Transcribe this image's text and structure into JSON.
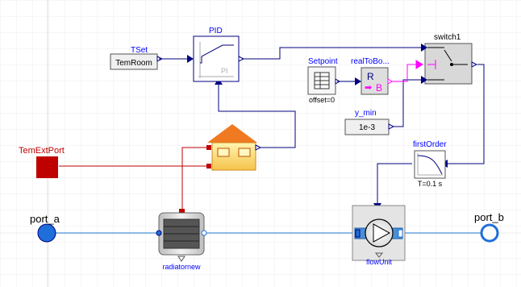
{
  "diagram": {
    "components": {
      "tset": {
        "name": "TSet",
        "value": "TemRoom"
      },
      "pid": {
        "name": "PID",
        "mode": "PI"
      },
      "setpoint": {
        "name": "Setpoint",
        "param": "offset=0"
      },
      "real_to_boolean": {
        "name": "realToBo...",
        "r": "R",
        "b": "B"
      },
      "switch": {
        "name": "switch1"
      },
      "y_min": {
        "name": "y_min",
        "value": "1e-3"
      },
      "first_order": {
        "name": "firstOrder",
        "param": "T=0.1 s"
      },
      "tem_ext_port": {
        "name": "TemExtPort"
      },
      "radiator": {
        "name": "radiatornew"
      },
      "flow_unit": {
        "name": "flowUnit"
      },
      "port_a": {
        "name": "port_a"
      },
      "port_b": {
        "name": "port_b"
      }
    },
    "colors": {
      "signal": "#00007f",
      "label_blue": "#0000ff",
      "heat": "#bf0000",
      "fluid": "#4a8fd4",
      "boolean": "#ff00ff",
      "house_roof": "#f07a22",
      "grid": "#e6e6e6"
    }
  }
}
